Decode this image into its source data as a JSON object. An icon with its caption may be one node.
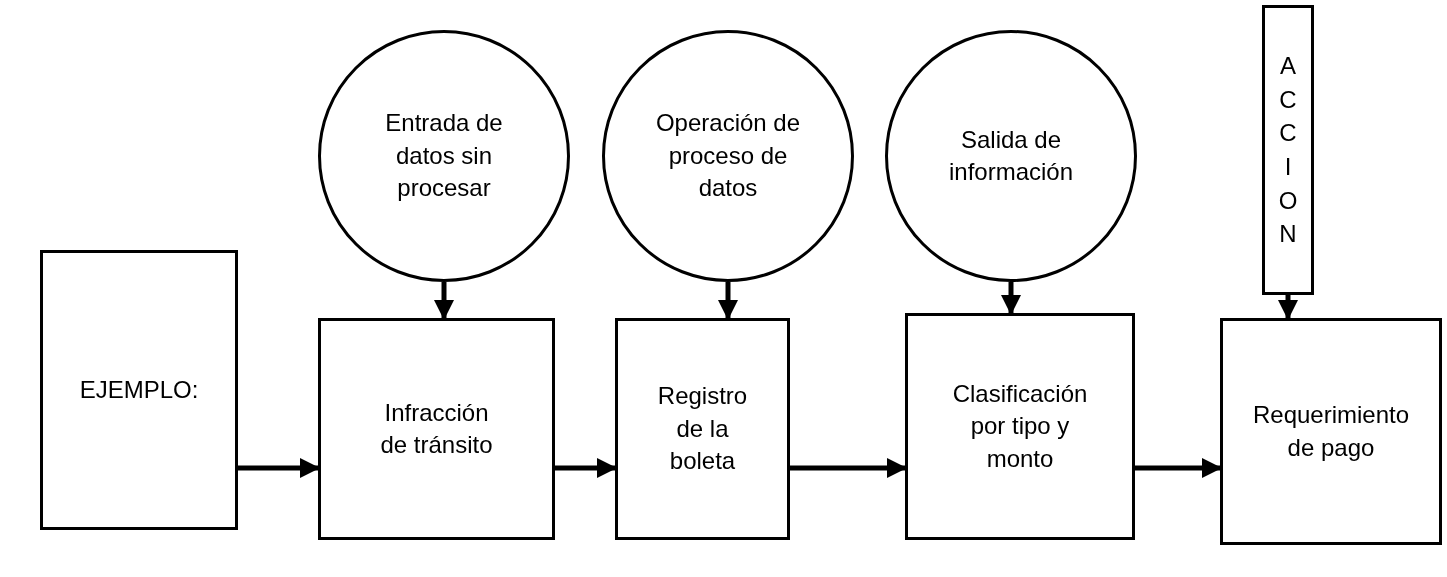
{
  "diagram": {
    "nodes": [
      {
        "text": [
          "EJEMPLO:"
        ]
      },
      {
        "text": [
          "Entrada de datos sin procesar"
        ]
      },
      {
        "text": [
          "Operación de proceso de datos"
        ]
      },
      {
        "text": [
          "Salida de información"
        ]
      },
      {
        "text": [
          "ACCION"
        ]
      },
      {
        "text": [
          "Infracción de tránsito"
        ]
      },
      {
        "text": [
          "Registro de la boleta"
        ]
      },
      {
        "text": [
          "Clasificación por tipo y monto"
        ]
      },
      {
        "text": [
          "Requerimiento de pago"
        ]
      }
    ],
    "edges": [
      {
        "from": 0,
        "to": 5,
        "arrow": "to"
      },
      {
        "from": 5,
        "to": 6,
        "arrow": "to"
      },
      {
        "from": 6,
        "to": 7,
        "arrow": "to"
      },
      {
        "from": 7,
        "to": 8,
        "arrow": "to"
      },
      {
        "from": 1,
        "to": 5,
        "arrow": "to"
      },
      {
        "from": 2,
        "to": 6,
        "arrow": "to"
      },
      {
        "from": 3,
        "to": 7,
        "arrow": "to"
      },
      {
        "from": 4,
        "to": 8,
        "arrow": "to"
      }
    ]
  }
}
